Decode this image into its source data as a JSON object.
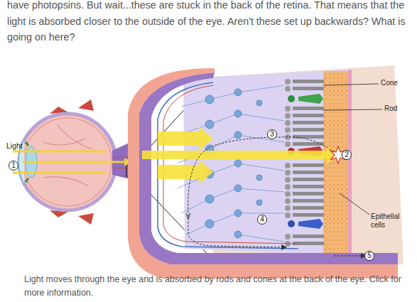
{
  "diagram": {
    "caption": "Light moves through the eye and is absorbed by rods and cones at the back of the eye. Click for more information.",
    "nodes": [
      {
        "text": [
          "1"
        ]
      },
      {
        "text": [
          "2"
        ]
      },
      {
        "text": [
          "3"
        ]
      },
      {
        "text": [
          "4"
        ]
      },
      {
        "text": [
          "5"
        ]
      }
    ],
    "labels": [
      "have photopsins. But wait...these are stuck in the back of the retina. That means that the light is absorbed closer to the outside of the eye. Aren't these set up backwards? What is going on here?",
      "Light",
      "Cone",
      "Rod",
      "Epithelial cells"
    ]
  }
}
